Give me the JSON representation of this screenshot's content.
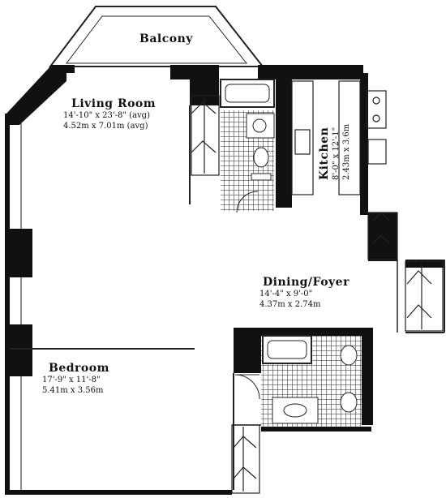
{
  "rooms": {
    "balcony": {
      "name": "Balcony"
    },
    "living_room": {
      "name": "Living Room",
      "dim_imperial": "14'-10\" x 23'-8\" (avg)",
      "dim_metric": "4.52m x 7.01m (avg)"
    },
    "kitchen": {
      "name": "Kitchen",
      "dim_imperial": "8'-0\" x 12'-1\"",
      "dim_metric": "2.43m x 3.6m"
    },
    "dining_foyer": {
      "name": "Dining/Foyer",
      "dim_imperial": "14'-4\" x 9'-0\"",
      "dim_metric": "4.37m x 2.74m"
    },
    "bedroom": {
      "name": "Bedroom",
      "dim_imperial": "17'-9\" x 11'-8\"",
      "dim_metric": "5.41m x 3.56m"
    }
  },
  "colors": {
    "wall": "#111111",
    "line": "#222222",
    "background": "#ffffff"
  }
}
